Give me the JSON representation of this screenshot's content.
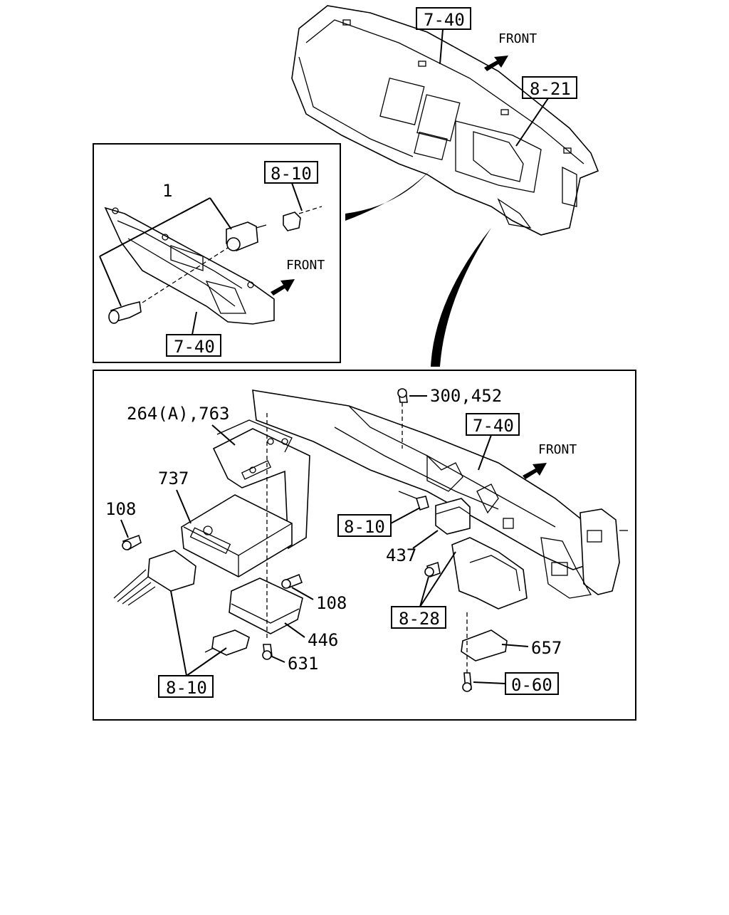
{
  "diagram": {
    "labels": {
      "ref_7_40_top": "7-40",
      "ref_8_21": "8-21",
      "front_top": "FRONT",
      "ref_8_10_inset": "8-10",
      "num_1": "1",
      "front_inset": "FRONT",
      "ref_7_40_inset": "7-40",
      "num_300_452": "300,452",
      "ref_7_40_main": "7-40",
      "front_main": "FRONT",
      "num_264_763": "264(A),763",
      "num_737": "737",
      "num_108_left": "108",
      "ref_8_10_main": "8-10",
      "num_437": "437",
      "num_108_right": "108",
      "ref_8_28": "8-28",
      "num_446": "446",
      "num_657": "657",
      "num_631": "631",
      "ref_8_10_bottom": "8-10",
      "ref_0_60": "0-60"
    }
  }
}
